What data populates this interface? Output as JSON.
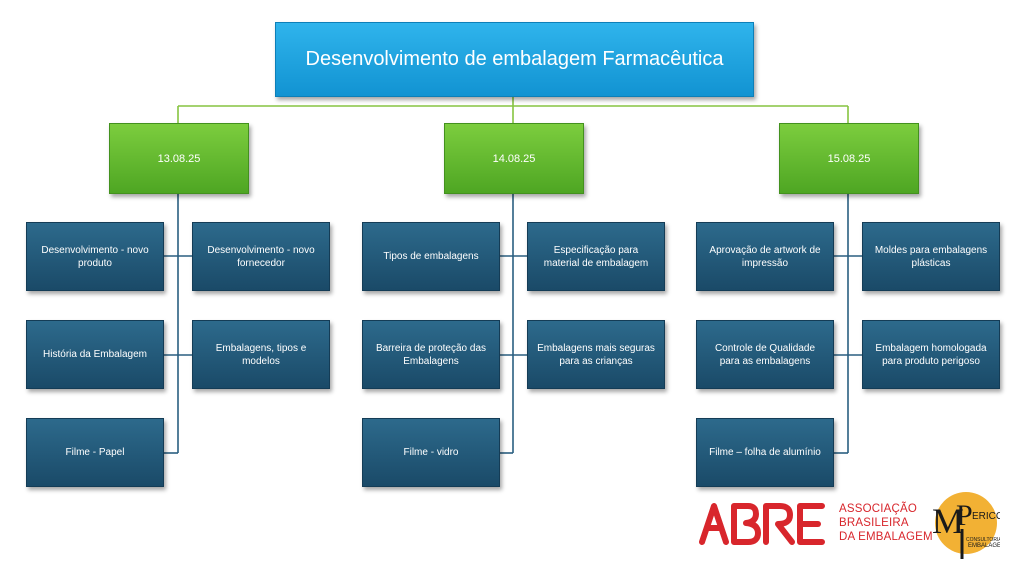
{
  "root": {
    "title": "Desenvolvimento de embalagem Farmacêutica"
  },
  "columns": [
    {
      "date": "13.08.25",
      "items": [
        "Desenvolvimento - novo produto",
        "Desenvolvimento - novo fornecedor",
        "História da Embalagem",
        "Embalagens, tipos e modelos",
        "Filme - Papel"
      ]
    },
    {
      "date": "14.08.25",
      "items": [
        "Tipos de embalagens",
        "Especificação para material de embalagem",
        "Barreira de proteção das Embalagens",
        "Embalagens mais seguras para as crianças",
        "Filme - vidro"
      ]
    },
    {
      "date": "15.08.25",
      "items": [
        "Aprovação de artwork de impressão",
        "Moldes para embalagens plásticas",
        "Controle de Qualidade para as embalagens",
        "Embalagem homologada para produto perigoso",
        "Filme – folha de alumínio"
      ]
    }
  ],
  "logos": {
    "abre": {
      "mark": "ABRE",
      "line1": "ASSOCIAÇÃO",
      "line2": "BRASILEIRA",
      "line3": "DA EMBALAGEM",
      "color": "#d8262c"
    },
    "mperico": {
      "initials": "MP",
      "name": "ERICO",
      "tagline1": "CONSULTORIA DE",
      "tagline2": "EMBALAGEM",
      "circle_color": "#f2b134"
    }
  },
  "colors": {
    "root": "#1ba3e0",
    "date": "#5cb531",
    "node": "#215a7b",
    "connector": "#86c440"
  }
}
